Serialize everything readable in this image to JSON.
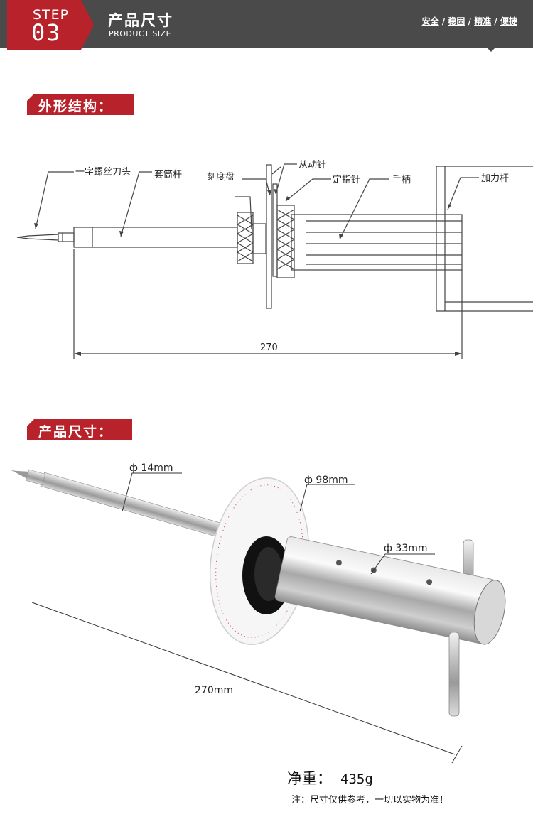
{
  "header": {
    "step_word": "STEP",
    "step_number": "03",
    "title": "产品尺寸",
    "subtitle": "PRODUCT SIZE",
    "tags": [
      "安全",
      "稳固",
      "精准",
      "便捷"
    ],
    "tag_separator": "/"
  },
  "colors": {
    "accent": "#b8222a",
    "header_bg": "#4a4a4a"
  },
  "section_structure": {
    "label": "外形结构：",
    "callouts": {
      "bit": "一字螺丝刀头",
      "sleeve": "套筒杆",
      "dial": "刻度盘",
      "follower_needle": "从动针",
      "fixed_pointer": "定指针",
      "handle": "手柄",
      "force_bar": "加力杆"
    },
    "length_dimension": "270"
  },
  "section_size": {
    "label": "产品尺寸：",
    "diameter_shaft": "ф 14mm",
    "diameter_dial": "ф 98mm",
    "diameter_handle": "ф 33mm",
    "length": "270mm",
    "weight_label": "净重：",
    "weight_value": "435g",
    "note": "注：尺寸仅供参考，一切以实物为准！"
  }
}
